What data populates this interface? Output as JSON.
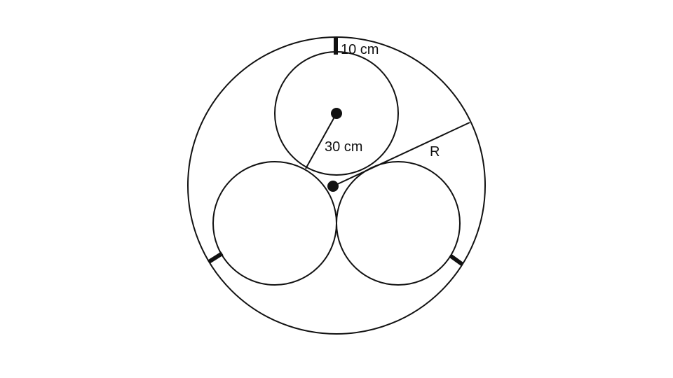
{
  "labels": {
    "gap": "10 cm",
    "small_radius": "30 cm",
    "big_radius": "R"
  },
  "colors": {
    "stroke": "#111111",
    "background": "#ffffff"
  }
}
